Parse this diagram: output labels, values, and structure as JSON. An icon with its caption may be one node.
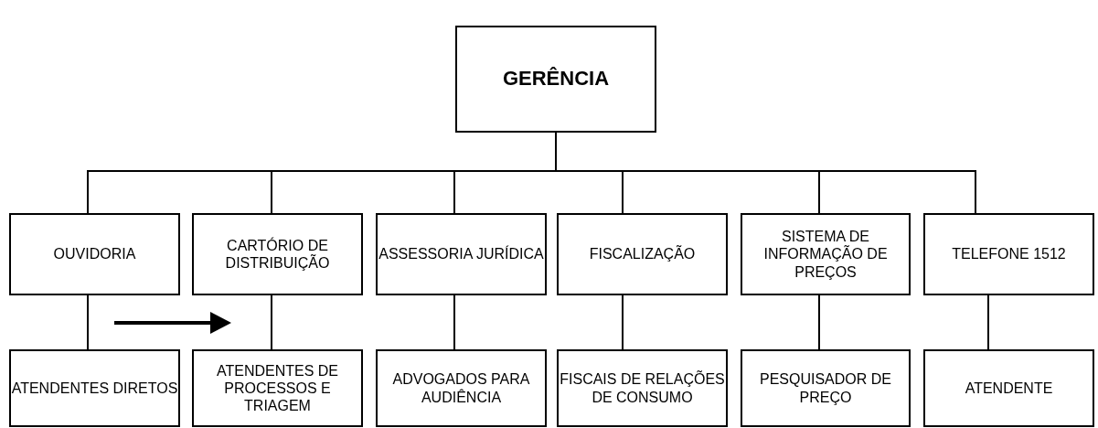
{
  "diagram": {
    "nodes": [
      {
        "text": [
          "GERÊNCIA"
        ]
      },
      {
        "text": [
          "OUVIDORIA"
        ]
      },
      {
        "text": [
          "CARTÓRIO DE DISTRIBUIÇÃO"
        ]
      },
      {
        "text": [
          "ASSESSORIA JURÍDICA"
        ]
      },
      {
        "text": [
          "FISCALIZAÇÃO"
        ]
      },
      {
        "text": [
          "SISTEMA DE INFORMAÇÃO DE PREÇOS"
        ]
      },
      {
        "text": [
          "TELEFONE 1512"
        ]
      },
      {
        "text": [
          "ATENDENTES DIRETOS"
        ]
      },
      {
        "text": [
          "ATENDENTES DE PROCESSOS E TRIAGEM"
        ]
      },
      {
        "text": [
          "ADVOGADOS PARA AUDIÊNCIA"
        ]
      },
      {
        "text": [
          "FISCAIS DE RELAÇÕES DE CONSUMO"
        ]
      },
      {
        "text": [
          "PESQUISADOR DE PREÇO"
        ]
      },
      {
        "text": [
          "ATENDENTE"
        ]
      }
    ],
    "edges": [
      {
        "from": 0,
        "to": 1,
        "arrow": "none"
      },
      {
        "from": 0,
        "to": 2,
        "arrow": "none"
      },
      {
        "from": 0,
        "to": 3,
        "arrow": "none"
      },
      {
        "from": 0,
        "to": 4,
        "arrow": "none"
      },
      {
        "from": 0,
        "to": 5,
        "arrow": "none"
      },
      {
        "from": 0,
        "to": 6,
        "arrow": "none"
      },
      {
        "from": 1,
        "to": 7,
        "arrow": "none"
      },
      {
        "from": 2,
        "to": 8,
        "arrow": "none"
      },
      {
        "from": 3,
        "to": 9,
        "arrow": "none"
      },
      {
        "from": 4,
        "to": 10,
        "arrow": "none"
      },
      {
        "from": 5,
        "to": 11,
        "arrow": "none"
      },
      {
        "from": 6,
        "to": 12,
        "arrow": "none"
      }
    ]
  }
}
